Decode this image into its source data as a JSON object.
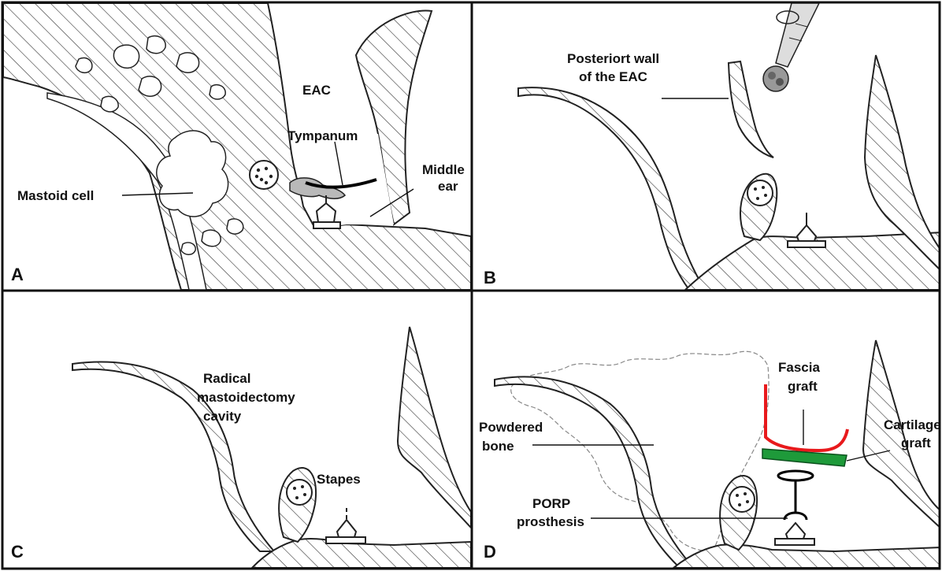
{
  "panels": [
    {
      "letter": "A",
      "labels": {
        "eac": "EAC",
        "tympanum": "Tympanum",
        "mastoid_cell": "Mastoid cell",
        "middle_ear_line1": "Middle",
        "middle_ear_line2": "ear"
      }
    },
    {
      "letter": "B",
      "labels": {
        "posterior_wall_line1": "Posteriort wall",
        "posterior_wall_line2": "of the EAC"
      }
    },
    {
      "letter": "C",
      "labels": {
        "cavity_line1": "Radical",
        "cavity_line2": "mastoidectomy",
        "cavity_line3": "cavity",
        "stapes": "Stapes"
      }
    },
    {
      "letter": "D",
      "labels": {
        "fascia_line1": "Fascia",
        "fascia_line2": "graft",
        "cartilage_line1": "Cartilage",
        "cartilage_line2": "graft",
        "powdered_line1": "Powdered",
        "powdered_line2": "bone",
        "porp_line1": "PORP",
        "porp_line2": "prosthesis"
      }
    }
  ],
  "colors": {
    "fascia_graft": "#e8191c",
    "cartilage_graft": "#1e9a3a",
    "outline": "#111111",
    "hatch": "#333333"
  }
}
